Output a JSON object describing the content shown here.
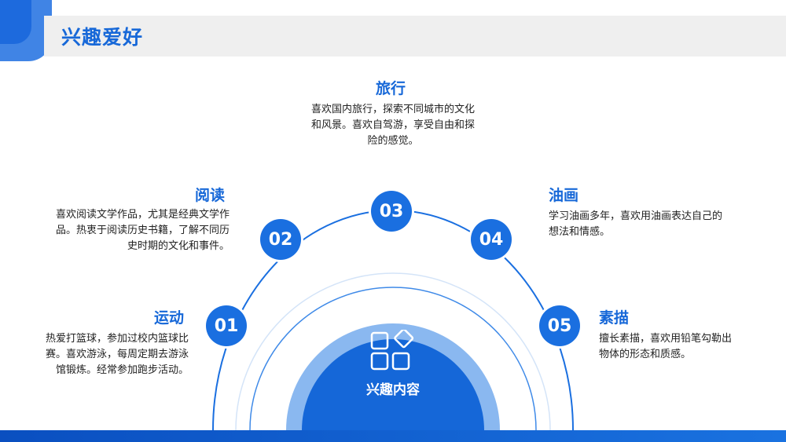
{
  "header": {
    "title": "兴趣爱好"
  },
  "center": {
    "label": "兴趣内容",
    "icon": "grid-icon"
  },
  "colors": {
    "accent": "#1a6fe0",
    "dark": "#0a4fc0",
    "light": "#8ab8f0"
  },
  "items": [
    {
      "num": "01",
      "title": "运动",
      "desc": "热爱打篮球，参加过校内篮球比赛。喜欢游泳，每周定期去游泳馆锻炼。经常参加跑步活动。"
    },
    {
      "num": "02",
      "title": "阅读",
      "desc": "喜欢阅读文学作品，尤其是经典文学作品。热衷于阅读历史书籍，了解不同历史时期的文化和事件。"
    },
    {
      "num": "03",
      "title": "旅行",
      "desc": "喜欢国内旅行，探索不同城市的文化和风景。喜欢自驾游，享受自由和探险的感觉。"
    },
    {
      "num": "04",
      "title": "油画",
      "desc": "学习油画多年，喜欢用油画表达自己的想法和情感。"
    },
    {
      "num": "05",
      "title": "素描",
      "desc": "擅长素描，喜欢用铅笔勾勒出物体的形态和质感。"
    }
  ]
}
